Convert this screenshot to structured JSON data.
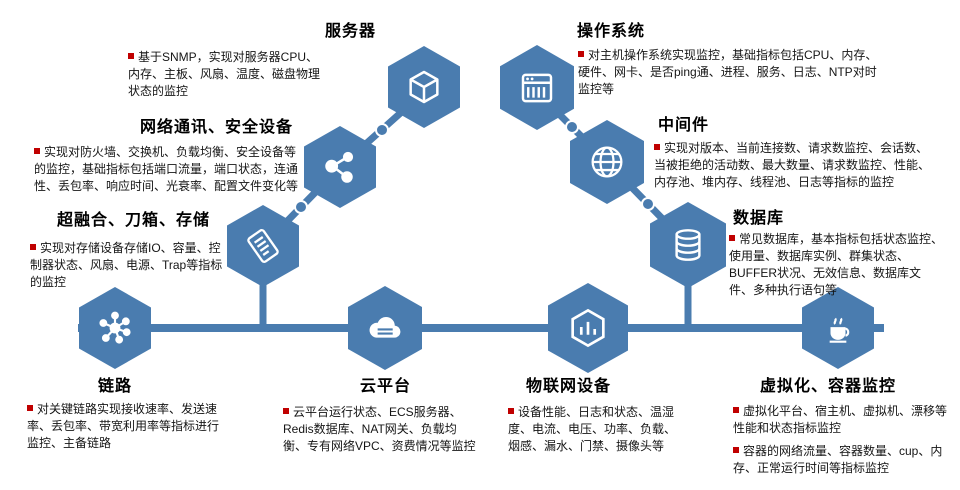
{
  "colors": {
    "accent": "#4a7caf",
    "bullet": "#c00000",
    "text": "#151515"
  },
  "nodes": [
    {
      "id": "server",
      "title": "服务器",
      "icon": "cube-icon",
      "desc": "基于SNMP，实现对服务器CPU、内存、主板、风扇、温度、磁盘物理状态的监控"
    },
    {
      "id": "os",
      "title": "操作系统",
      "icon": "server-rack-icon",
      "desc": "对主机操作系统实现监控，基础指标包括CPU、内存、硬件、网卡、是否ping通、进程、服务、日志、NTP对时监控等"
    },
    {
      "id": "network",
      "title": "网络通讯、安全设备",
      "icon": "network-nodes-icon",
      "desc": "实现对防火墙、交换机、负载均衡、安全设备等的监控，基础指标包括端口流量，端口状态，连通性、丢包率、响应时间、光衰率、配置文件变化等"
    },
    {
      "id": "middleware",
      "title": "中间件",
      "icon": "globe-icon",
      "desc": "实现对版本、当前连接数、请求数监控、会话数、当被拒绝的活动数、最大数量、请求数监控、性能、内存池、堆内存、线程池、日志等指标的监控"
    },
    {
      "id": "storage",
      "title": "超融合、刀箱、存储",
      "icon": "scroll-icon",
      "desc": "实现对存储设备存储IO、容量、控制器状态、风扇、电源、Trap等指标的监控"
    },
    {
      "id": "database",
      "title": "数据库",
      "icon": "database-icon",
      "desc": "常见数据库，基本指标包括状态监控、使用量、数据库实例、群集状态、BUFFER状况、无效信息、数据库文件、多种执行语句等"
    },
    {
      "id": "link",
      "title": "链路",
      "icon": "hub-icon",
      "desc": "对关键链路实现接收速率、发送速率、丢包率、带宽利用率等指标进行监控、主备链路"
    },
    {
      "id": "cloud",
      "title": "云平台",
      "icon": "cloud-icon",
      "desc": "云平台运行状态、ECS服务器、Redis数据库、NAT网关、负载均衡、专有网络VPC、资费情况等监控"
    },
    {
      "id": "iot",
      "title": "物联网设备",
      "icon": "iot-hexagon-icon",
      "desc": "设备性能、日志和状态、温湿度、电流、电压、功率、负载、烟感、漏水、门禁、摄像头等"
    },
    {
      "id": "virtualization",
      "title": "虚拟化、容器监控",
      "icon": "java-cup-icon",
      "desc": "虚拟化平台、宿主机、虚拟机、漂移等性能和状态指标监控",
      "desc2": "容器的网络流量、容器数量、cup、内存、正常运行时间等指标监控"
    }
  ]
}
